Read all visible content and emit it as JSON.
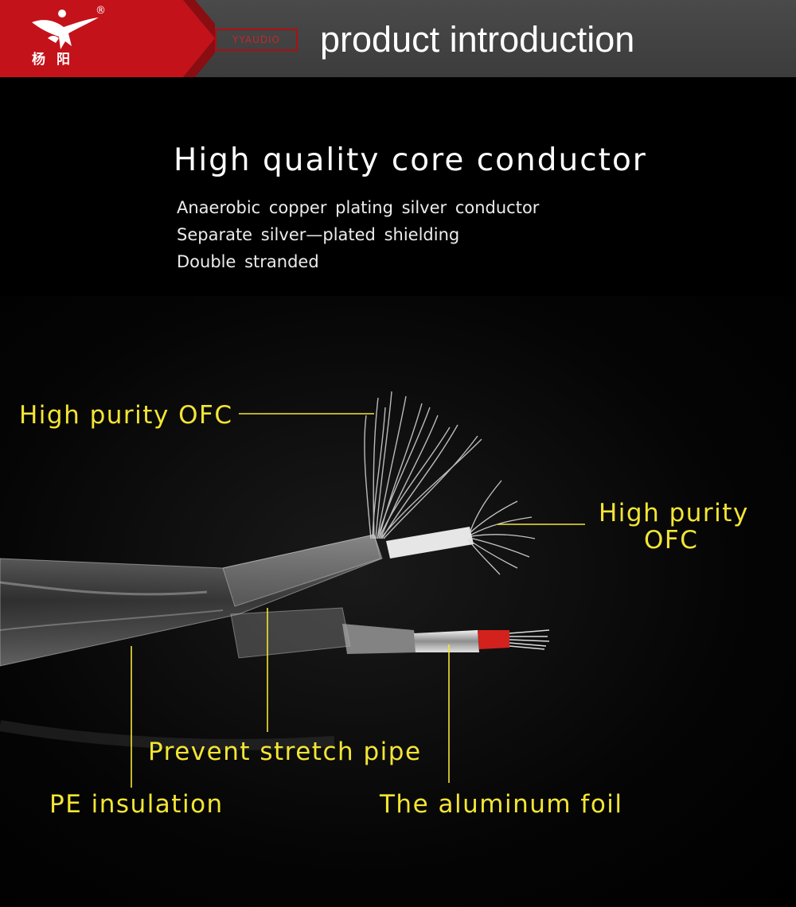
{
  "header": {
    "brand_cn": "杨阳",
    "registered_mark": "®",
    "brand_tag": "YYAUDIO",
    "title": "product introduction",
    "brand_color": "#c4121a",
    "header_color": "#404040"
  },
  "section": {
    "title": "High quality core conductor",
    "features": [
      "Anaerobic copper plating silver conductor",
      "Separate silver—plated shielding",
      "Double stranded"
    ]
  },
  "callouts": {
    "ofc_top": "High purity OFC",
    "ofc_right_line1": "High purity",
    "ofc_right_line2": "OFC",
    "stretch_pipe": "Prevent stretch pipe",
    "pe_insulation": "PE insulation",
    "aluminum_foil": "The aluminum foil",
    "label_color": "#f3e534"
  },
  "icons": {
    "logo": "dancer-logo-icon"
  }
}
